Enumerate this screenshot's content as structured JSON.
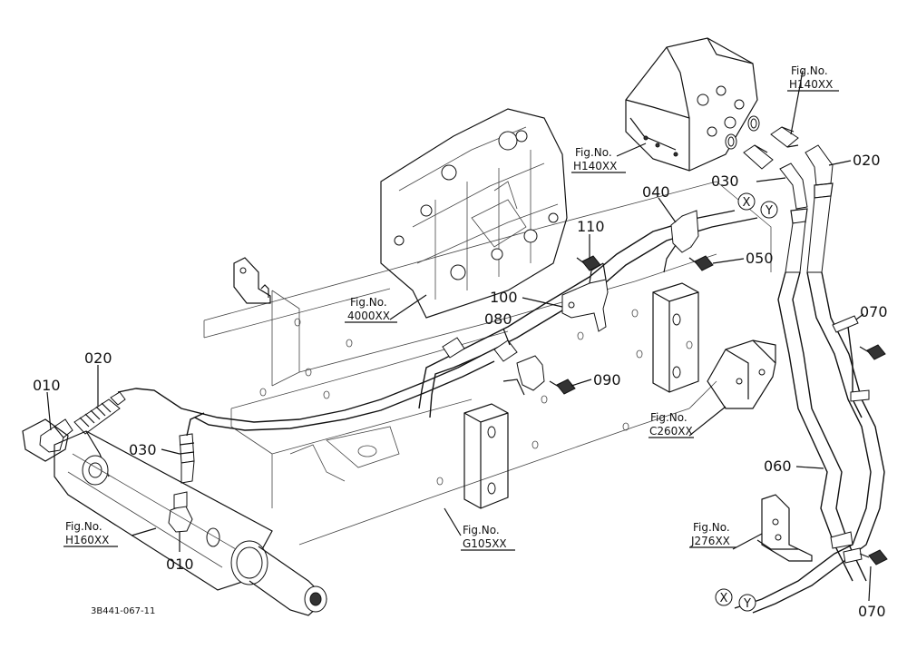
{
  "labels": {
    "p010_left": "010",
    "p020_left": "020",
    "p030_left": "030",
    "p010_bottom": "010",
    "p110": "110",
    "p100": "100",
    "p080": "080",
    "p090": "090",
    "p040": "040",
    "p050": "050",
    "p030_top": "030",
    "p020_top": "020",
    "p070_top": "070",
    "p060": "060",
    "p070_bottom": "070"
  },
  "figure_refs": {
    "h140_top_label": "Fig.No.",
    "h140_top_code": "H140XX",
    "h140_left_label": "Fig.No.",
    "h140_left_code": "H140XX",
    "f4000_label": "Fig.No.",
    "f4000_code": "4000XX",
    "c260_label": "Fig.No.",
    "c260_code": "C260XX",
    "h160_label": "Fig.No.",
    "h160_code": "H160XX",
    "g105_label": "Fig.No.",
    "g105_code": "G105XX",
    "j276_label": "Fig.No.",
    "j276_code": "J276XX"
  },
  "connectors": {
    "x_top": "X",
    "y_top": "Y",
    "x_bottom": "X",
    "y_bottom": "Y"
  },
  "drawing_code": "3B441-067-11"
}
